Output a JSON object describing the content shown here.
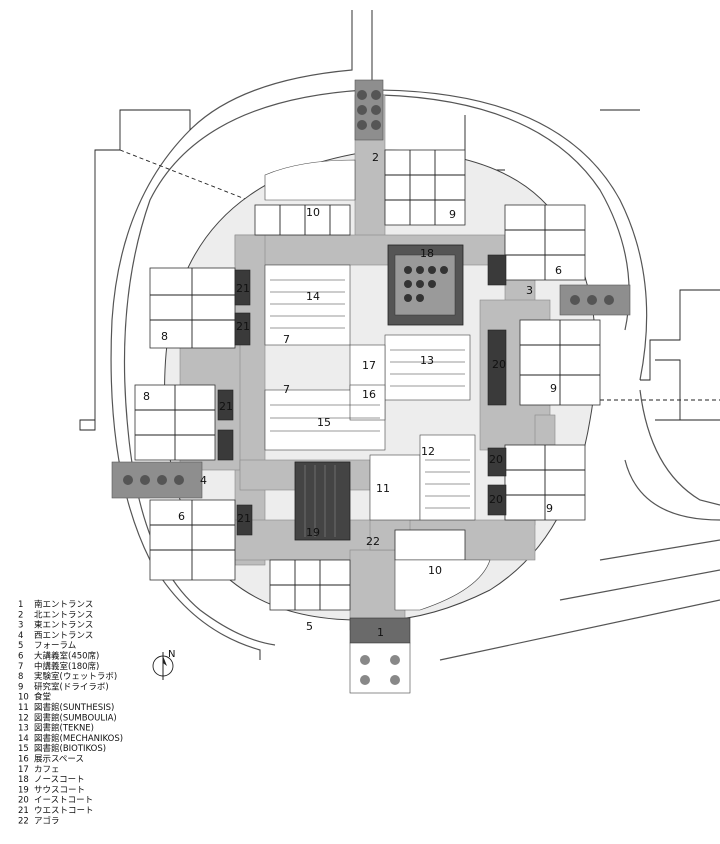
{
  "legend": [
    {
      "num": "1",
      "text": "南エントランス"
    },
    {
      "num": "2",
      "text": "北エントランス"
    },
    {
      "num": "3",
      "text": "東エントランス"
    },
    {
      "num": "4",
      "text": "西エントランス"
    },
    {
      "num": "5",
      "text": "フォーラム"
    },
    {
      "num": "6",
      "text": "大講義室(450席)"
    },
    {
      "num": "7",
      "text": "中講義室(180席)"
    },
    {
      "num": "8",
      "text": "実験室(ウェットラボ)"
    },
    {
      "num": "9",
      "text": "研究室(ドライラボ)"
    },
    {
      "num": "10",
      "text": "食堂"
    },
    {
      "num": "11",
      "text": "図書館(SUNTHESIS)"
    },
    {
      "num": "12",
      "text": "図書館(SUMBOULIA)"
    },
    {
      "num": "13",
      "text": "図書館(TEKNE)"
    },
    {
      "num": "14",
      "text": "図書館(MECHANIKOS)"
    },
    {
      "num": "15",
      "text": "図書館(BIOTIKOS)"
    },
    {
      "num": "16",
      "text": "展示スペース"
    },
    {
      "num": "17",
      "text": "カフェ"
    },
    {
      "num": "18",
      "text": "ノースコート"
    },
    {
      "num": "19",
      "text": "サウスコート"
    },
    {
      "num": "20",
      "text": "イーストコート"
    },
    {
      "num": "21",
      "text": "ウエストコート"
    },
    {
      "num": "22",
      "text": "アゴラ"
    }
  ],
  "plan_labels": [
    "1",
    "2",
    "3",
    "4",
    "5",
    "6",
    "6",
    "7",
    "7",
    "8",
    "8",
    "9",
    "9",
    "9",
    "10",
    "10",
    "11",
    "12",
    "13",
    "14",
    "15",
    "16",
    "17",
    "18",
    "19",
    "20",
    "20",
    "20",
    "21",
    "21",
    "21",
    "21",
    "22"
  ],
  "north_arrow": "N"
}
